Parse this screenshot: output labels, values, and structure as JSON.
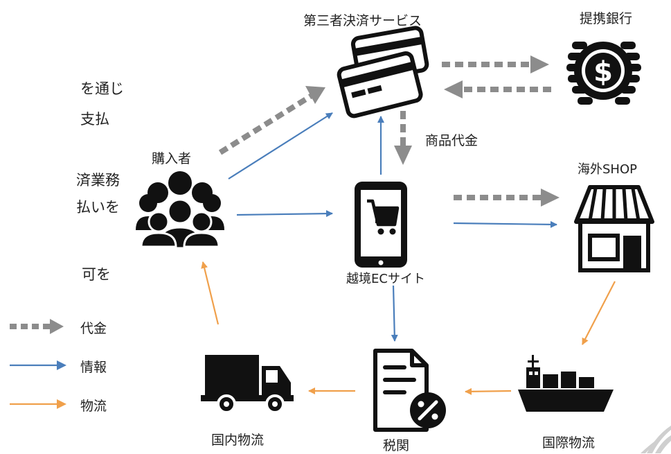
{
  "labels": {
    "payment_service": "第三者決済サービス",
    "partner_bank": "提携銀行",
    "buyer": "購入者",
    "product_price": "商品代金",
    "overseas_shop": "海外SHOP",
    "ec_site": "越境ECサイト",
    "domestic_logistics": "国内物流",
    "customs": "税関",
    "intl_logistics": "国際物流"
  },
  "clipped_text": [
    "を通じ",
    "支払",
    "済業務",
    "払いを",
    "可を"
  ],
  "legend": [
    {
      "label": "代金",
      "style": "dashed-gray"
    },
    {
      "label": "情報",
      "style": "blue"
    },
    {
      "label": "物流",
      "style": "orange"
    }
  ],
  "colors": {
    "payment_arrow": "#8c8c8c",
    "info_arrow": "#4a7ebb",
    "logistics_arrow": "#f0a04b",
    "icon": "#111111"
  },
  "icons": [
    "credit-cards-icon",
    "coin-stack-icon",
    "people-group-icon",
    "tablet-cart-icon",
    "storefront-icon",
    "delivery-truck-icon",
    "tax-document-icon",
    "cargo-ship-icon",
    "leaf-decoration-icon"
  ]
}
